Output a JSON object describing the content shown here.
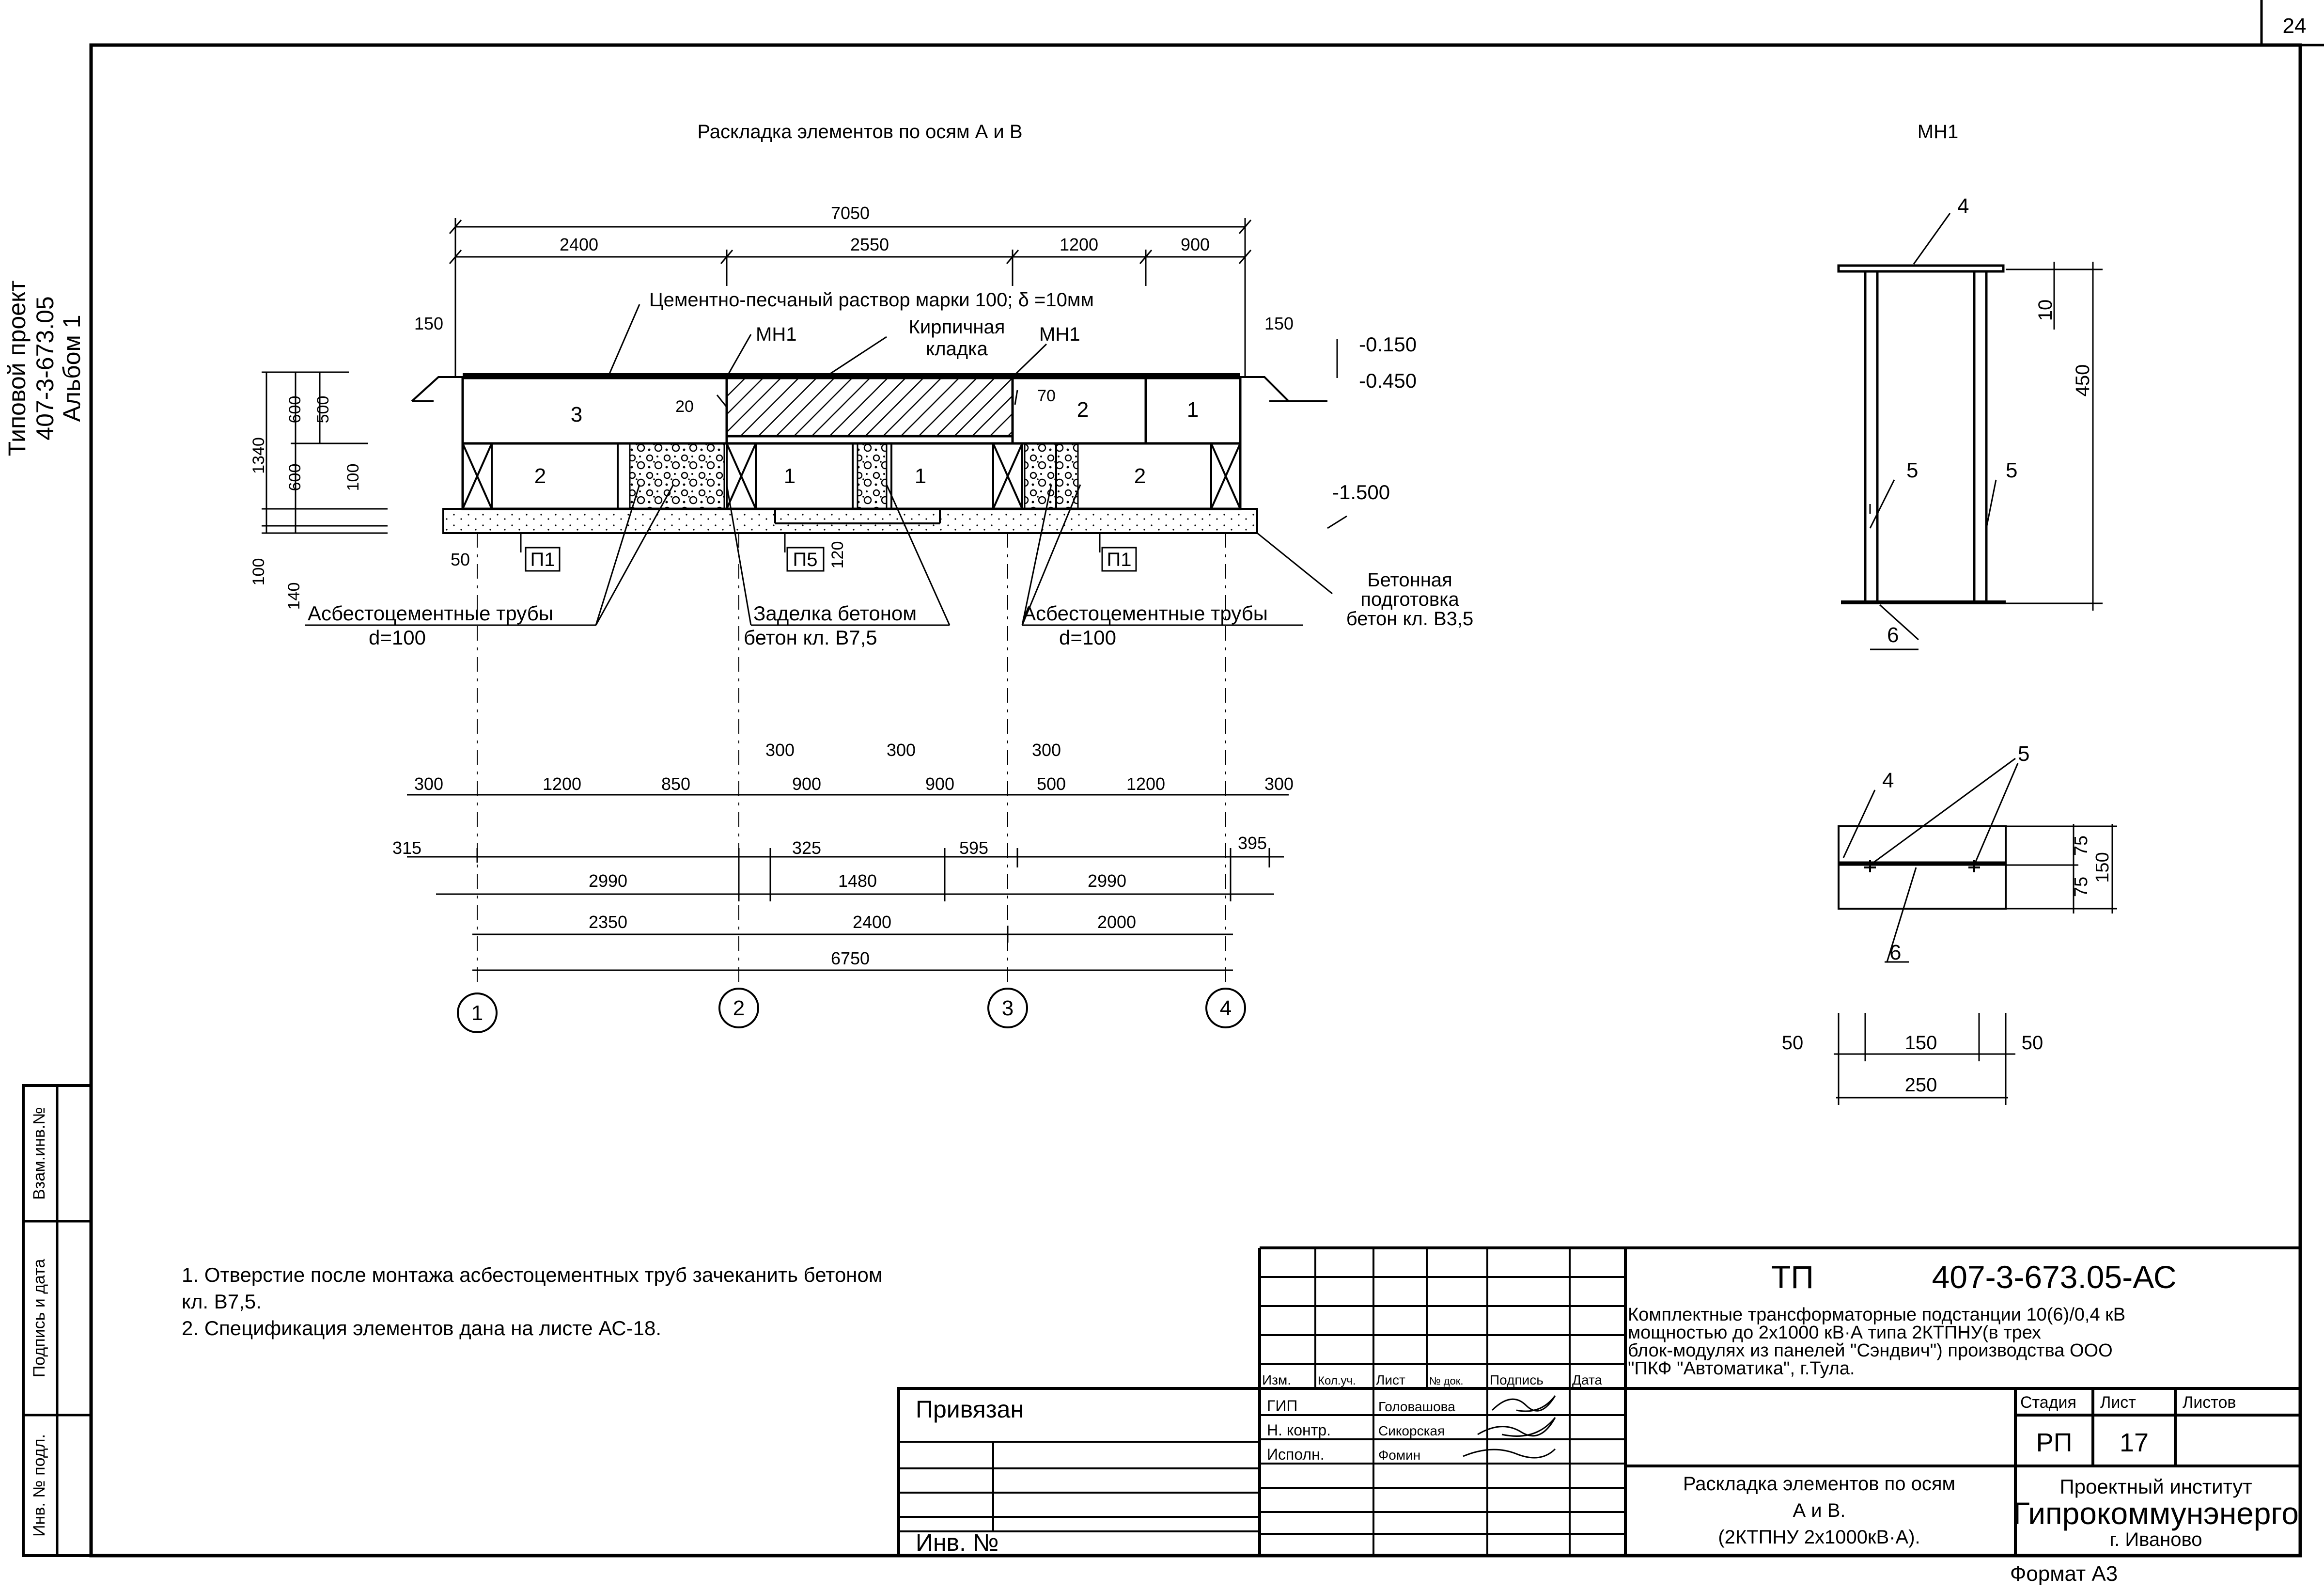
{
  "page_number": "24",
  "side_title": [
    "Типовой проект",
    "407-3-673.05",
    "Альбом 1"
  ],
  "side_stamp": [
    "Взам.инв.№",
    "Подпись и дата",
    "Инв. № подл."
  ],
  "section_title": "Раскладка элементов по осям А и В",
  "detail_title": "МН1",
  "section": {
    "dims_top": [
      "7050",
      "2400",
      "2550",
      "1200",
      "900"
    ],
    "mortar": "Цементно-песчаный раствор марки 100;  δ  =10мм",
    "dim_150_left": "150",
    "dim_150_right": "150",
    "mn1": "МН1",
    "brick": [
      "Кирпичная",
      "кладка"
    ],
    "elev": [
      "-0.150",
      "-0.450",
      "-1.500"
    ],
    "dim_20": "20",
    "dim_70": "70",
    "blocks": [
      "3",
      "2",
      "1",
      "2",
      "1",
      "1",
      "2"
    ],
    "dims_left": [
      "1340",
      "600",
      "500",
      "600",
      "100",
      "100",
      "140"
    ],
    "dim_120": "120",
    "dim_50": "50",
    "slabs": [
      "П1",
      "П5",
      "П1"
    ],
    "asbestos_left": [
      "Асбестоцементные трубы",
      "d=100"
    ],
    "seal": [
      "Заделка бетоном",
      "бетон кл. В7,5"
    ],
    "asbestos_right": [
      "Асбестоцементные трубы",
      "d=100"
    ],
    "base": [
      "Бетонная",
      "подготовка",
      "бетон кл. В3,5"
    ],
    "dims_row1_top": [
      "300",
      "300",
      "300"
    ],
    "dims_row1": [
      "300",
      "1200",
      "850",
      "900",
      "900",
      "500",
      "1200",
      "300"
    ],
    "dims_row2": [
      "315",
      "325",
      "595",
      "395"
    ],
    "dims_row3": [
      "2990",
      "1480",
      "2990"
    ],
    "dims_row4": [
      "2350",
      "2400",
      "2000"
    ],
    "dims_row5": [
      "6750"
    ],
    "axes": [
      "1",
      "2",
      "3",
      "4"
    ]
  },
  "mh1": {
    "callouts": [
      "4",
      "5",
      "5",
      "6"
    ],
    "dims": [
      "10",
      "450"
    ],
    "xsec_callouts": [
      "5",
      "4",
      "6"
    ],
    "xsec_dims": [
      "75",
      "75",
      "150"
    ],
    "bottom_dims": [
      "50",
      "150",
      "50",
      "250"
    ]
  },
  "notes": [
    "1. Отверстие после монтажа асбестоцементных труб зачеканить бетоном",
    "кл. В7,5.",
    "2. Спецификация элементов дана на листе АС-18."
  ],
  "title_block": {
    "tp": "ТП",
    "code": "407-3-673.05-АС",
    "description": [
      "Комплектные трансформаторные подстанции 10(6)/0,4 кВ",
      "мощностью до 2х1000 кВ·А типа 2КТПНУ(в трех",
      "блок-модулях из панелей \"Сэндвич\") производства ООО",
      "\"ПКФ \"Автоматика\", г.Тула."
    ],
    "rev_headers": [
      "Изм.",
      "Кол.уч.",
      "Лист",
      "№ док.",
      "Подпись",
      "Дата"
    ],
    "roles": [
      {
        "role": "ГИП",
        "name": "Головашова"
      },
      {
        "role": "Н. контр.",
        "name": "Сикорская"
      },
      {
        "role": "Исполн.",
        "name": "Фомин"
      }
    ],
    "bound": "Привязан",
    "inv": "Инв. №",
    "sheet_title": [
      "Раскладка элементов по осям",
      "А и В.",
      "(2КТПНУ 2х1000кВ·А)."
    ],
    "stage_header": "Стадия",
    "sheet_header": "Лист",
    "sheets_header": "Листов",
    "stage": "РП",
    "sheet": "17",
    "institute": "Проектный институт",
    "institute_name": "Гипрокоммунэнерго",
    "city": "г. Иваново",
    "format": "Формат А3"
  }
}
